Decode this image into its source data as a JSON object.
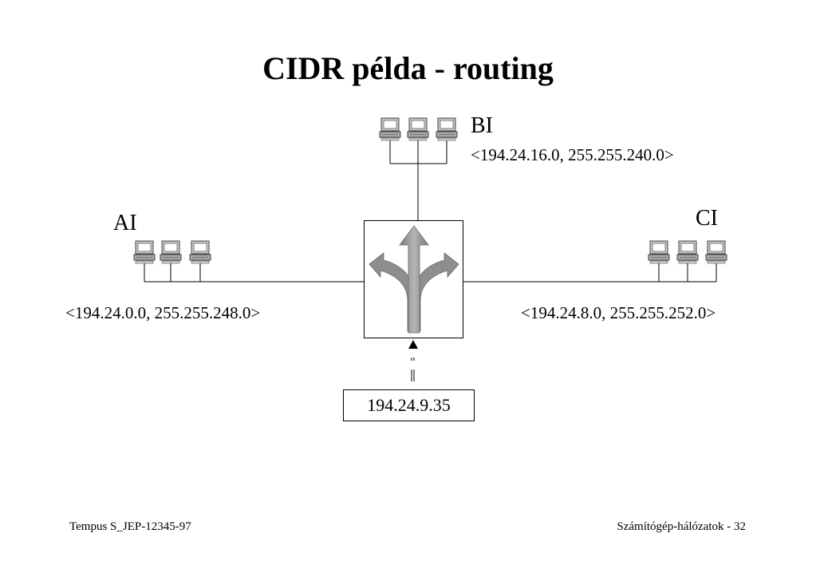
{
  "title": "CIDR példa - routing",
  "networks": {
    "ai": {
      "name": "AI",
      "address": "<194.24.0.0, 255.255.248.0>"
    },
    "bi": {
      "name": "BI",
      "address": "<194.24.16.0, 255.255.240.0>"
    },
    "ci": {
      "name": "CI",
      "address": "<194.24.8.0, 255.255.252.0>"
    }
  },
  "router": {
    "icon": "router-arrows-icon"
  },
  "destination": {
    "address": "194.24.9.35"
  },
  "footer": {
    "left": "Tempus S_JEP-12345-97",
    "right": "Számítógép-hálózatok - 32"
  },
  "colors": {
    "line": "#000000",
    "router_arrow": "#9a9a9a",
    "computer": "#b0b0b0"
  }
}
